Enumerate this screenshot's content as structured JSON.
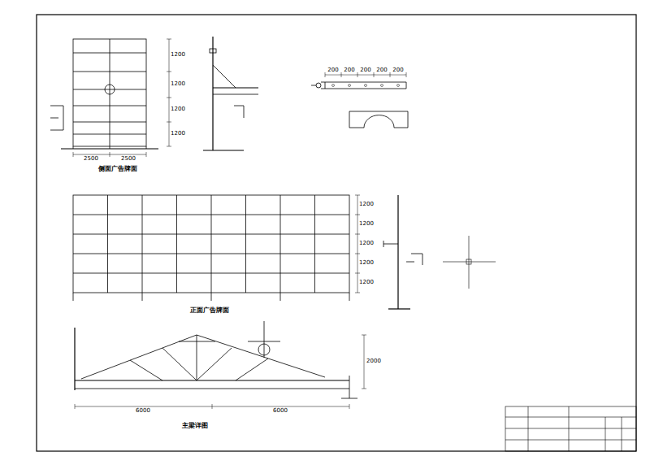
{
  "diagram": {
    "labels": [
      "侧面广告牌面",
      "正面广告牌面",
      "主梁详图",
      "2500",
      "2500",
      "1200",
      "1200",
      "1200",
      "1200",
      "1200",
      "1200",
      "1200",
      "1200",
      "1200",
      "200",
      "200",
      "200",
      "200",
      "200",
      "6000",
      "6000",
      "2000"
    ]
  }
}
